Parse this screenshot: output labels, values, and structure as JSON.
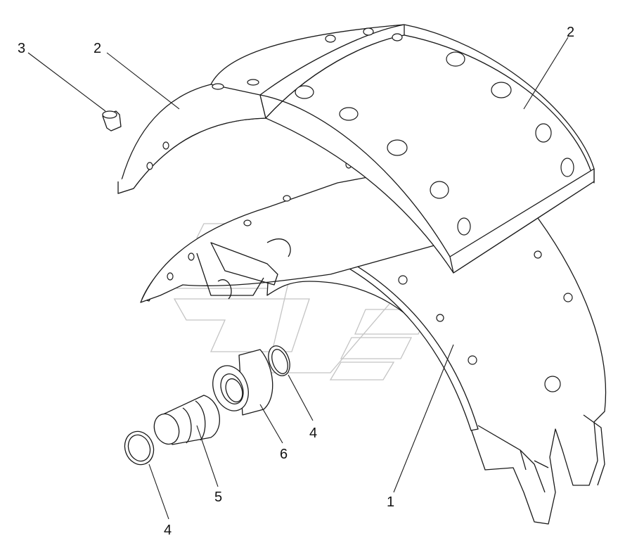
{
  "callouts": {
    "c1": "1",
    "c2a": "2",
    "c2b": "2",
    "c3": "3",
    "c4a": "4",
    "c4b": "4",
    "c5": "5",
    "c6": "6"
  },
  "colors": {
    "line": "#1a1a1a",
    "watermark": "#c4c4c4",
    "background": "#ffffff"
  }
}
